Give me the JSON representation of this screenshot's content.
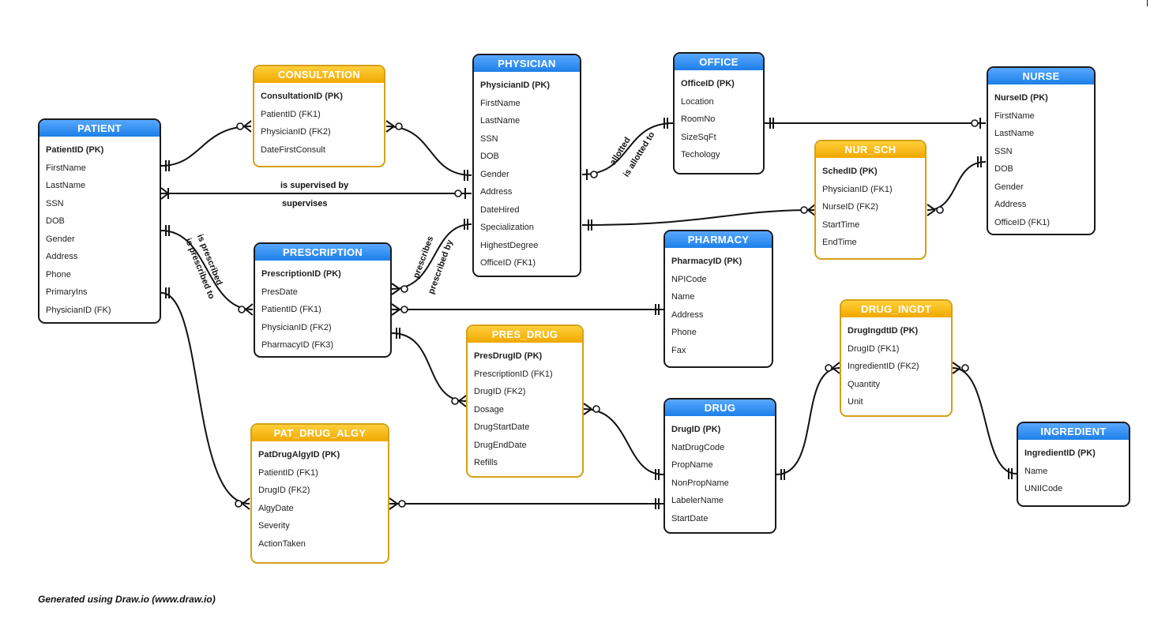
{
  "entities": {
    "patient": {
      "title": "PATIENT",
      "fields": [
        "PatientID (PK)",
        "FirstName",
        "LastName",
        "SSN",
        "DOB",
        "Gender",
        "Address",
        "Phone",
        "PrimaryIns",
        "PhysicianID (FK)"
      ]
    },
    "consultation": {
      "title": "CONSULTATION",
      "fields": [
        "ConsultationID (PK)",
        "PatientID (FK1)",
        "PhysicianID (FK2)",
        "DateFirstConsult"
      ]
    },
    "physician": {
      "title": "PHYSICIAN",
      "fields": [
        "PhysicianID (PK)",
        "FirstName",
        "LastName",
        "SSN",
        "DOB",
        "Gender",
        "Address",
        "DateHired",
        "Specialization",
        "HighestDegree",
        "OfficeID (FK1)"
      ]
    },
    "office": {
      "title": "OFFICE",
      "fields": [
        "OfficeID (PK)",
        "Location",
        "RoomNo",
        "SizeSqFt",
        "Techology"
      ]
    },
    "nurse": {
      "title": "NURSE",
      "fields": [
        "NurseID (PK)",
        "FirstName",
        "LastName",
        "SSN",
        "DOB",
        "Gender",
        "Address",
        "OfficeID (FK1)"
      ]
    },
    "nur_sch": {
      "title": "NUR_SCH",
      "fields": [
        "SchedID (PK)",
        "PhysicianID (FK1)",
        "NurseID (FK2)",
        "StartTime",
        "EndTime"
      ]
    },
    "prescription": {
      "title": "PRESCRIPTION",
      "fields": [
        "PrescriptionID (PK)",
        "PresDate",
        "PatientID (FK1)",
        "PhysicianID (FK2)",
        "PharmacyID (FK3)"
      ]
    },
    "pharmacy": {
      "title": "PHARMACY",
      "fields": [
        "PharmacyID (PK)",
        "NPICode",
        "Name",
        "Address",
        "Phone",
        "Fax"
      ]
    },
    "pres_drug": {
      "title": "PRES_DRUG",
      "fields": [
        "PresDrugID (PK)",
        "PrescriptionID (FK1)",
        "DrugID (FK2)",
        "Dosage",
        "DrugStartDate",
        "DrugEndDate",
        "Refills"
      ]
    },
    "drug_ingdt": {
      "title": "DRUG_INGDT",
      "fields": [
        "DrugIngdtID (PK)",
        "DrugID (FK1)",
        "IngredientID (FK2)",
        "Quantity",
        "Unit"
      ]
    },
    "drug": {
      "title": "DRUG",
      "fields": [
        "DrugID (PK)",
        "NatDrugCode",
        "PropName",
        "NonPropName",
        "LabelerName",
        "StartDate"
      ]
    },
    "ingredient": {
      "title": "INGREDIENT",
      "fields": [
        "IngredientID (PK)",
        "Name",
        "UNIICode"
      ]
    },
    "pat_drug_algy": {
      "title": "PAT_DRUG_ALGY",
      "fields": [
        "PatDrugAlgyID (PK)",
        "PatientID (FK1)",
        "DrugID (FK2)",
        "AlgyDate",
        "Severity",
        "ActionTaken"
      ]
    }
  },
  "relationship_labels": {
    "is_supervised_by": "is supervised by",
    "supervises": "supervises",
    "allotted": "allotted",
    "is_allotted_to": "is allotted to",
    "is_prescribed": "is prescribed",
    "is_prescribed_to": "is prescribed to",
    "prescribes": "prescribes",
    "prescribed_by": "prescribed by"
  },
  "colors": {
    "entity_header": "#1d7fe8",
    "associative_header": "#f0a800",
    "associative_border": "#d4a017"
  },
  "footer": "Generated using Draw.io (www.draw.io)"
}
